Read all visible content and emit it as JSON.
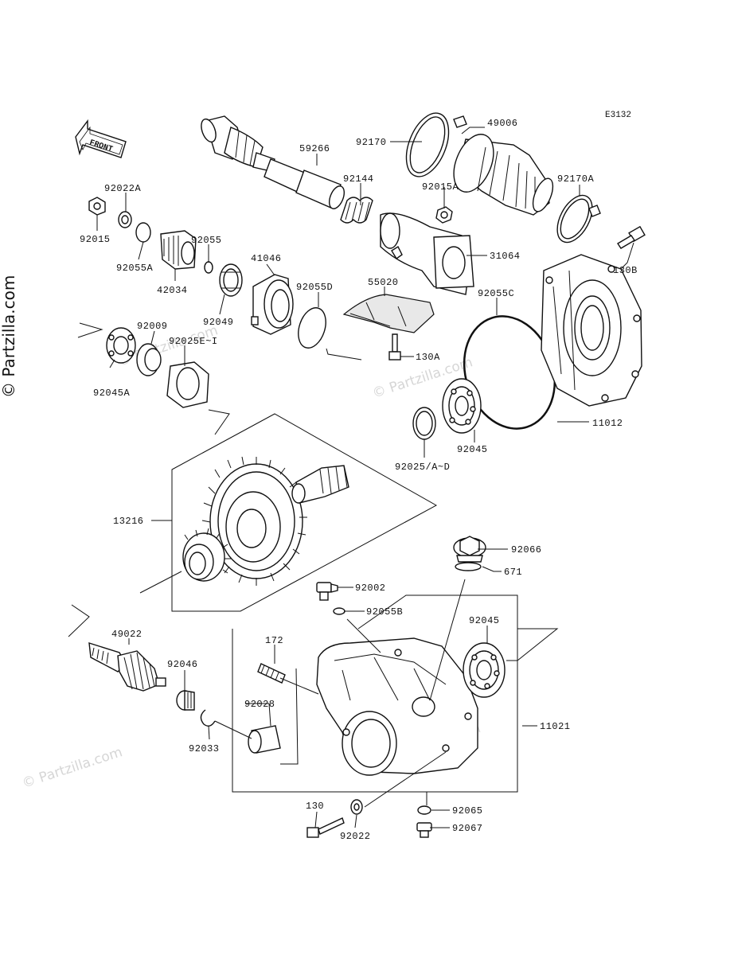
{
  "diagram_code": "E3132",
  "front_label": "FRONT",
  "watermark": "© Partzilla.com",
  "parts": [
    {
      "id": "p49006",
      "label": "49006"
    },
    {
      "id": "p92170",
      "label": "92170"
    },
    {
      "id": "p59266",
      "label": "59266"
    },
    {
      "id": "p92144",
      "label": "92144"
    },
    {
      "id": "p92015A",
      "label": "92015A"
    },
    {
      "id": "p92170A",
      "label": "92170A"
    },
    {
      "id": "p92022A",
      "label": "92022A"
    },
    {
      "id": "p92015",
      "label": "92015"
    },
    {
      "id": "p92055A",
      "label": "92055A"
    },
    {
      "id": "p92055",
      "label": "92055"
    },
    {
      "id": "p42034",
      "label": "42034"
    },
    {
      "id": "p41046",
      "label": "41046"
    },
    {
      "id": "p92049",
      "label": "92049"
    },
    {
      "id": "p92055D",
      "label": "92055D"
    },
    {
      "id": "p55020",
      "label": "55020"
    },
    {
      "id": "p31064",
      "label": "31064"
    },
    {
      "id": "p130B",
      "label": "130B"
    },
    {
      "id": "p92055C",
      "label": "92055C"
    },
    {
      "id": "p92009",
      "label": "92009"
    },
    {
      "id": "p92025EI",
      "label": "92025E~I"
    },
    {
      "id": "p92045A",
      "label": "92045A"
    },
    {
      "id": "p130A",
      "label": "130A"
    },
    {
      "id": "p11012",
      "label": "11012"
    },
    {
      "id": "p92045top",
      "label": "92045"
    },
    {
      "id": "p92025AD",
      "label": "92025/A~D"
    },
    {
      "id": "p13216",
      "label": "13216"
    },
    {
      "id": "p92066",
      "label": "92066"
    },
    {
      "id": "p671",
      "label": "671"
    },
    {
      "id": "p92002",
      "label": "92002"
    },
    {
      "id": "p92055B",
      "label": "92055B"
    },
    {
      "id": "p49022",
      "label": "49022"
    },
    {
      "id": "p172",
      "label": "172"
    },
    {
      "id": "p92045bot",
      "label": "92045"
    },
    {
      "id": "p92046",
      "label": "92046"
    },
    {
      "id": "p92028",
      "label": "92028"
    },
    {
      "id": "p11021",
      "label": "11021"
    },
    {
      "id": "p92033",
      "label": "92033"
    },
    {
      "id": "p130",
      "label": "130"
    },
    {
      "id": "p92022",
      "label": "92022"
    },
    {
      "id": "p92065",
      "label": "92065"
    },
    {
      "id": "p92067",
      "label": "92067"
    }
  ]
}
